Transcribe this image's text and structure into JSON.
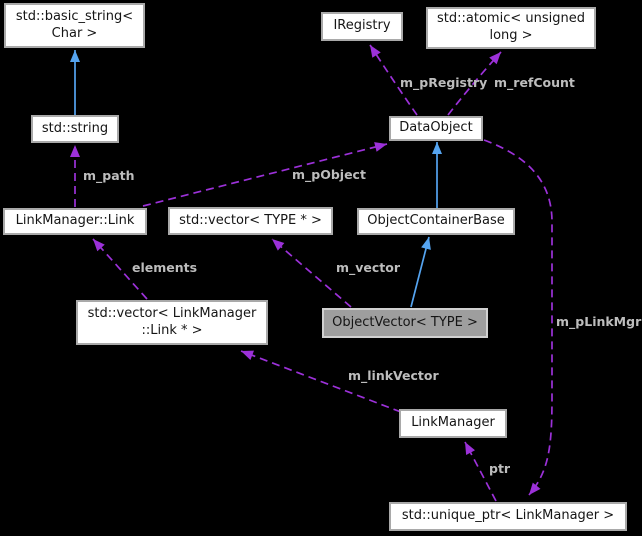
{
  "diagram": {
    "kind": "collaboration-graph",
    "background": "#000000",
    "colors": {
      "inheritance_arrow": "#55a4f0",
      "usage_arrow": "#9c31d9",
      "node_fill": "#ffffff",
      "node_border": "#a9a9a9",
      "highlight_node_fill": "#9e9e9e",
      "highlight_node_border": "#d0d0d0",
      "edge_label_text": "#bdbdbd",
      "node_text": "#151515"
    },
    "nodes": [
      {
        "id": "std-basic-string-char",
        "lines": [
          "std::basic_string<",
          "Char >"
        ],
        "highlighted": false
      },
      {
        "id": "iregistry",
        "lines": [
          "IRegistry"
        ],
        "highlighted": false
      },
      {
        "id": "std-atomic-unsigned-long",
        "lines": [
          "std::atomic< unsigned",
          "long >"
        ],
        "highlighted": false
      },
      {
        "id": "std-string",
        "lines": [
          "std::string"
        ],
        "highlighted": false
      },
      {
        "id": "dataobject",
        "lines": [
          "DataObject"
        ],
        "highlighted": false
      },
      {
        "id": "linkmanager-link",
        "lines": [
          "LinkManager::Link"
        ],
        "highlighted": false
      },
      {
        "id": "std-vector-type-ptr",
        "lines": [
          "std::vector< TYPE * >"
        ],
        "highlighted": false
      },
      {
        "id": "objectcontainerbase",
        "lines": [
          "ObjectContainerBase"
        ],
        "highlighted": false
      },
      {
        "id": "std-vector-linkmanager-link-ptr",
        "lines": [
          "std::vector< LinkManager",
          "::Link * >"
        ],
        "highlighted": false
      },
      {
        "id": "objectvector-type",
        "lines": [
          "ObjectVector< TYPE >"
        ],
        "highlighted": true
      },
      {
        "id": "linkmanager",
        "lines": [
          "LinkManager"
        ],
        "highlighted": false
      },
      {
        "id": "std-unique-ptr-linkmanager",
        "lines": [
          "std::unique_ptr< LinkManager >"
        ],
        "highlighted": false
      }
    ],
    "edges": [
      {
        "label": "m_path",
        "from": "LinkManager::Link",
        "to": "std::string",
        "style": "usage"
      },
      {
        "label": "m_pObject",
        "from": "LinkManager::Link",
        "to": "DataObject",
        "style": "usage"
      },
      {
        "label": "m_pRegistry",
        "from": "DataObject",
        "to": "IRegistry",
        "style": "usage"
      },
      {
        "label": "m_refCount",
        "from": "DataObject",
        "to": "std::atomic< unsigned long >",
        "style": "usage"
      },
      {
        "label": "elements",
        "from": "std::vector< LinkManager::Link * >",
        "to": "LinkManager::Link",
        "style": "usage"
      },
      {
        "label": "m_vector",
        "from": "ObjectVector< TYPE >",
        "to": "std::vector< TYPE * >",
        "style": "usage"
      },
      {
        "label": "m_linkVector",
        "from": "LinkManager",
        "to": "std::vector< LinkManager::Link * >",
        "style": "usage"
      },
      {
        "label": "ptr",
        "from": "std::unique_ptr< LinkManager >",
        "to": "LinkManager",
        "style": "usage"
      },
      {
        "label": "m_pLinkMgr",
        "from": "DataObject",
        "to": "std::unique_ptr< LinkManager >",
        "style": "usage"
      },
      {
        "label": "",
        "from": "std::string",
        "to": "std::basic_string< Char >",
        "style": "inheritance"
      },
      {
        "label": "",
        "from": "ObjectContainerBase",
        "to": "DataObject",
        "style": "inheritance"
      },
      {
        "label": "",
        "from": "ObjectVector< TYPE >",
        "to": "ObjectContainerBase",
        "style": "inheritance"
      }
    ]
  }
}
